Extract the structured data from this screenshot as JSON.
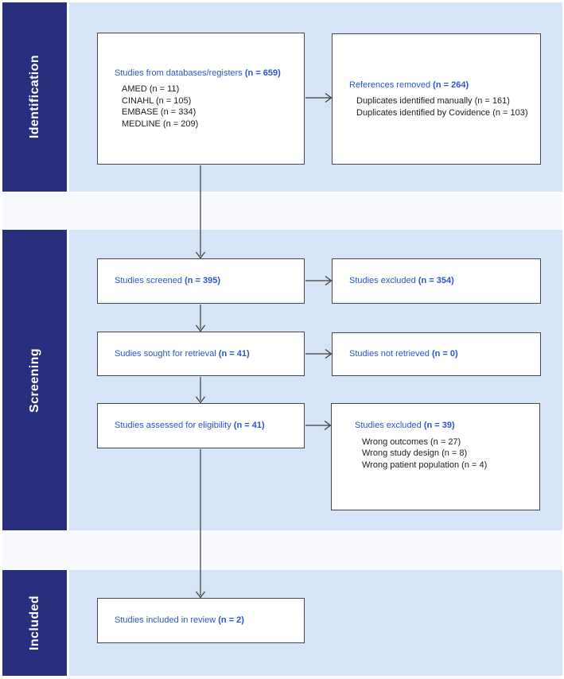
{
  "diagram": {
    "title_semantic": "PRISMA study selection flow diagram",
    "stages": [
      {
        "label": "Identification"
      },
      {
        "label": "Screening"
      },
      {
        "label": "Included"
      }
    ],
    "boxes": {
      "databases": {
        "label": "Studies from databases/registers",
        "count": "(n = 659)",
        "items": [
          "AMED (n = 11)",
          "CINAHL (n = 105)",
          "EMBASE (n = 334)",
          "MEDLINE (n = 209)"
        ]
      },
      "references_removed": {
        "label": "References removed",
        "count": "(n = 264)",
        "items": [
          "Duplicates identified manually (n = 161)",
          "Duplicates identified by Covidence (n = 103)"
        ]
      },
      "screened": {
        "label": "Studies screened",
        "count": "(n = 395)"
      },
      "excluded_screening": {
        "label": "Studies excluded",
        "count": "(n = 354)"
      },
      "sought_retrieval": {
        "label": "Sudies sought for retrieval",
        "count": "(n = 41)"
      },
      "not_retrieved": {
        "label": "Studies not retrieved",
        "count": "(n = 0)"
      },
      "assessed_eligibility": {
        "label": "Studies assessed for eligibility",
        "count": "(n = 41)"
      },
      "excluded_eligibility": {
        "label": "Studies excluded",
        "count": "(n = 39)",
        "items": [
          "Wrong outcomes (n = 27)",
          "Wrong study design (n = 8)",
          "Wrong patient population (n = 4)"
        ]
      },
      "included_review": {
        "label": "Studies included in review",
        "count": "(n = 2)"
      }
    },
    "colors": {
      "stage_navy": "#272F7E",
      "band_light_blue": "#D6E4F7",
      "band_gap": "#F7F9FD",
      "heading_blue": "#2D53CB",
      "body_text": "#1C1C1C",
      "box_border": "#43474D",
      "arrow": "#3A3A3A",
      "stage_text": "#FFFFFF"
    }
  }
}
